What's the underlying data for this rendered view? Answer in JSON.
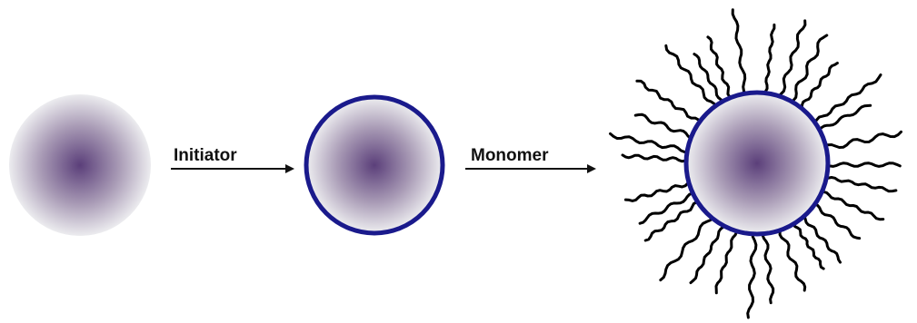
{
  "steps": [
    {
      "label": "Initiator"
    },
    {
      "label": "Monomer"
    }
  ],
  "colors": {
    "core_center": "#5b3f7a",
    "core_edge": "#ececef",
    "shell_ring": "#1a1a8c",
    "arrow": "#111111",
    "polymer_chain": "#000000"
  },
  "stages": [
    {
      "name": "bare-nanoparticle"
    },
    {
      "name": "initiator-functionalized-nanoparticle"
    },
    {
      "name": "polymer-grafted-nanoparticle"
    }
  ]
}
